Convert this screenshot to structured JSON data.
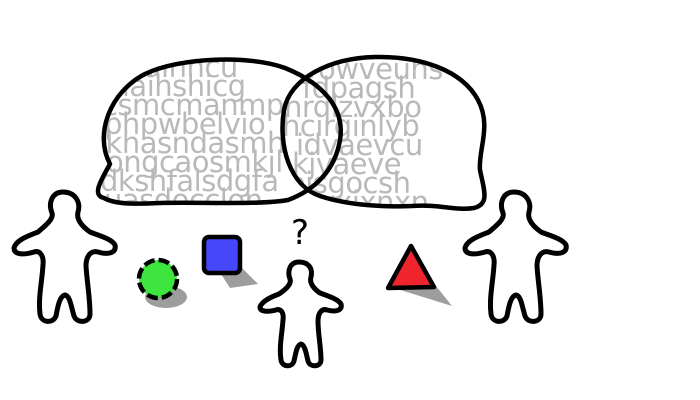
{
  "bubble_left": {
    "lines": [
      "pnaihhcu",
      "ulaihshicg",
      "csmcmanmp",
      "phpwbelvio",
      "lkhasndasmh",
      "ongcaosmkjl",
      "dkshfalsdgfa",
      "uasdocclon"
    ]
  },
  "bubble_right": {
    "lines": [
      "owveuhs",
      "fdpagsh",
      "nrqlzvxbo",
      "hcirginlyb",
      "idvaevcu",
      "kjvaeve",
      "oisgocsh",
      "sdyxixnxn"
    ]
  },
  "question_mark": "?",
  "colors": {
    "circle": "#3ee53e",
    "square": "#4646fb",
    "triangle": "#f0242c",
    "shadow": "#9d9d9d",
    "noise_text": "#b9b9b9",
    "outline": "#000000"
  },
  "icons": [
    "person-icon",
    "circle-shape-icon",
    "square-shape-icon",
    "triangle-shape-icon"
  ]
}
